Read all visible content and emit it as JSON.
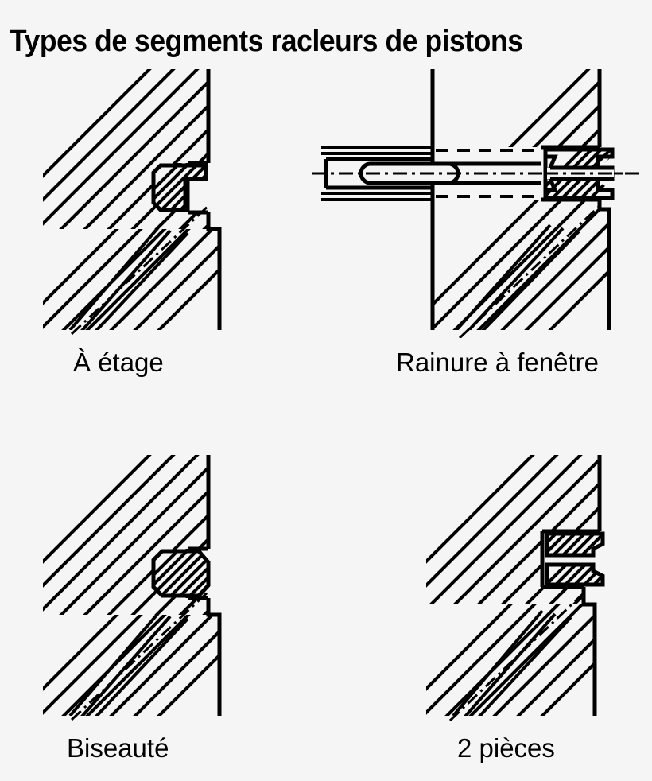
{
  "document": {
    "title": "Types de segments racleurs de pistons",
    "language": "fr",
    "background_color": "#f5f5f5",
    "line_color": "#000000"
  },
  "figures": [
    {
      "id": "a-etage",
      "caption": "À étage",
      "description": "Coupe de piston avec segment racleur à étage (profil en L chanfreiné)",
      "position": "top-left"
    },
    {
      "id": "rainure-a-fenetre",
      "caption": "Rainure à fenêtre",
      "description": "Coupe de piston avec rainure à fenêtre et canal de drainage d'huile, segment à double lèvre",
      "position": "top-right"
    },
    {
      "id": "biseaute",
      "caption": "Biseauté",
      "description": "Coupe de piston avec segment racleur biseauté (profil octogonal chanfreiné)",
      "position": "bottom-left"
    },
    {
      "id": "deux-pieces",
      "caption": "2 pièces",
      "description": "Coupe de piston avec segment racleur en 2 pièces (deux rails superposés)",
      "position": "bottom-right"
    }
  ]
}
